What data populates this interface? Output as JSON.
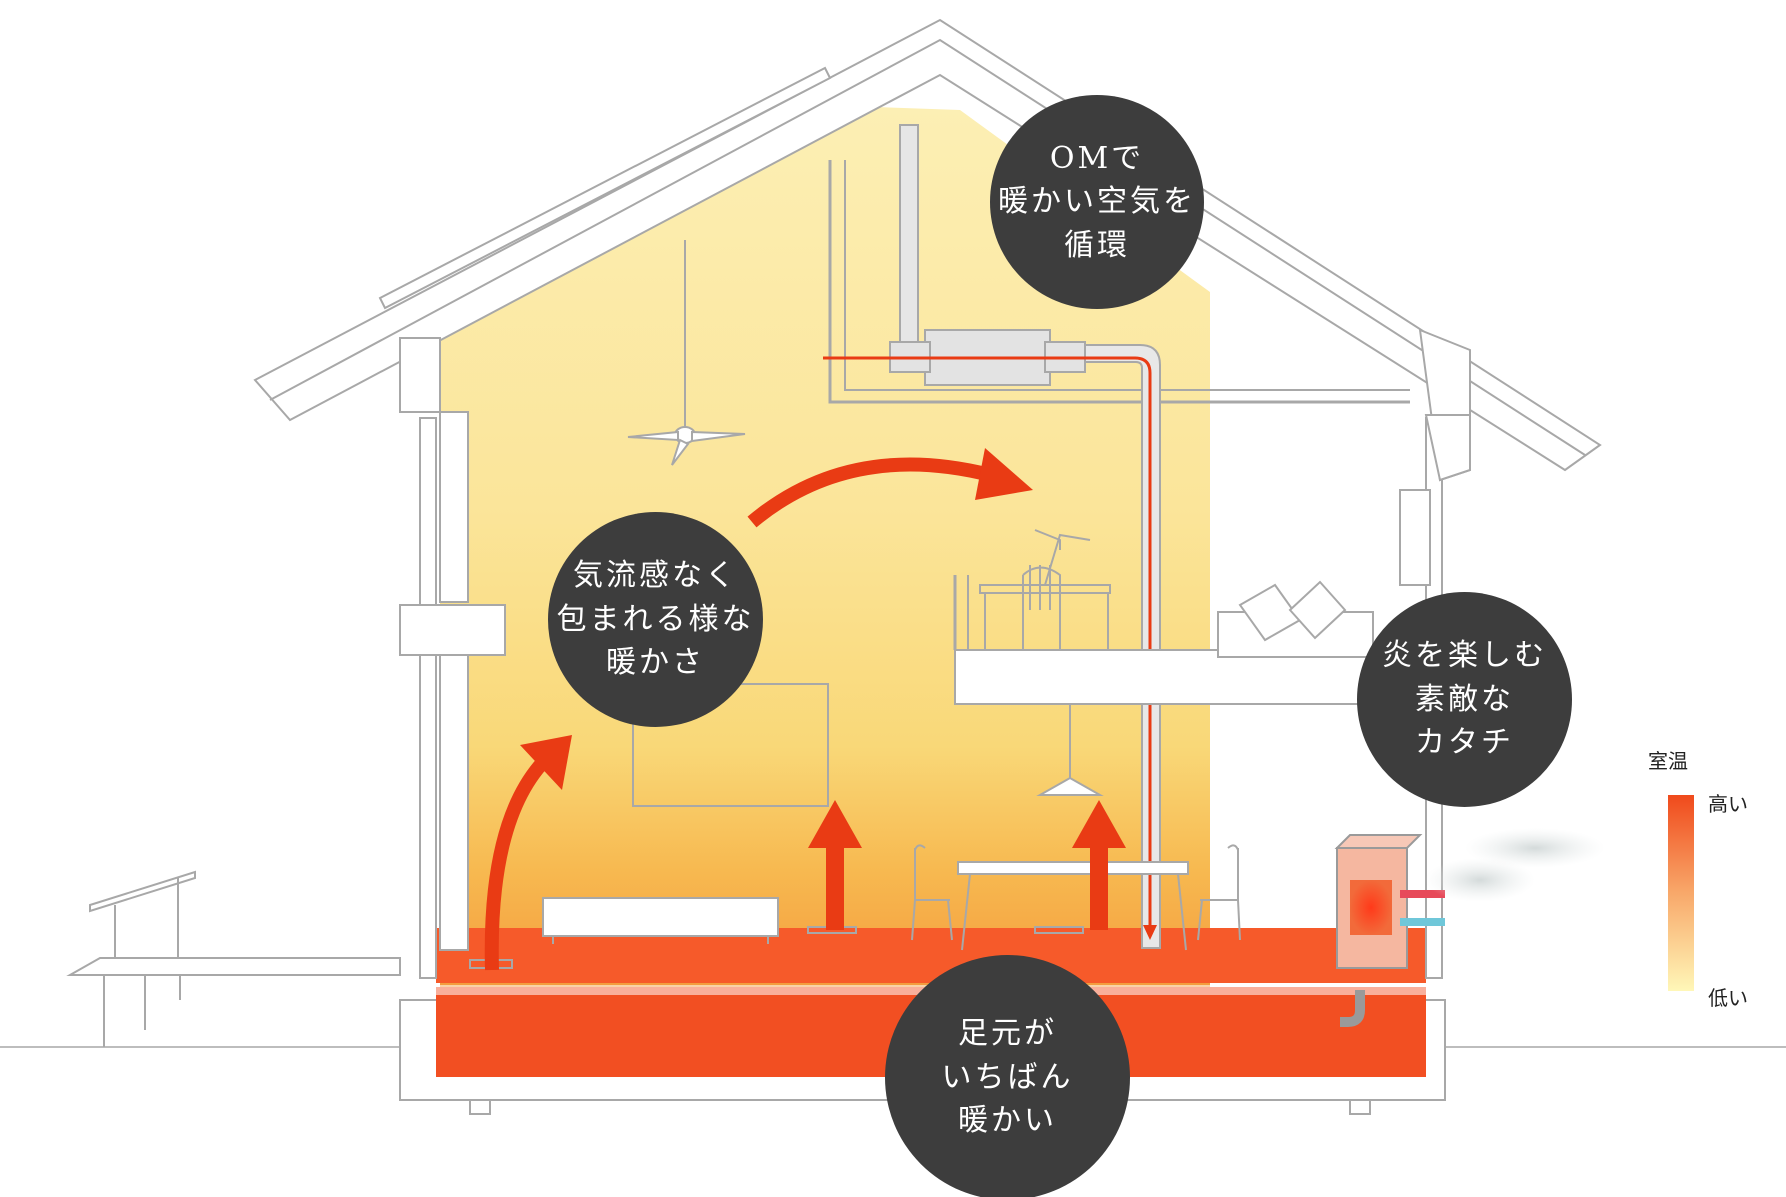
{
  "bubbles": {
    "om": [
      "OMで",
      "暖かい空気を",
      "循環"
    ],
    "airflow": [
      "気流感なく",
      "包まれる様な",
      "暖かさ"
    ],
    "flame": [
      "炎を楽しむ",
      "素敵な",
      "カタチ"
    ],
    "floor": [
      "足元が",
      "いちばん",
      "暖かい"
    ]
  },
  "legend": {
    "title": "室温",
    "high": "高い",
    "low": "低い",
    "color_high": "#f04a1c",
    "color_low": "#fff7b8"
  },
  "colors": {
    "bubble_fill": "#3d3d3d",
    "arrow_red": "#e93b14",
    "floor_red": "#f24f22",
    "warm_top": "#fbeaa3",
    "warm_mid": "#f7c760",
    "line_gray": "#a8a8a8"
  }
}
